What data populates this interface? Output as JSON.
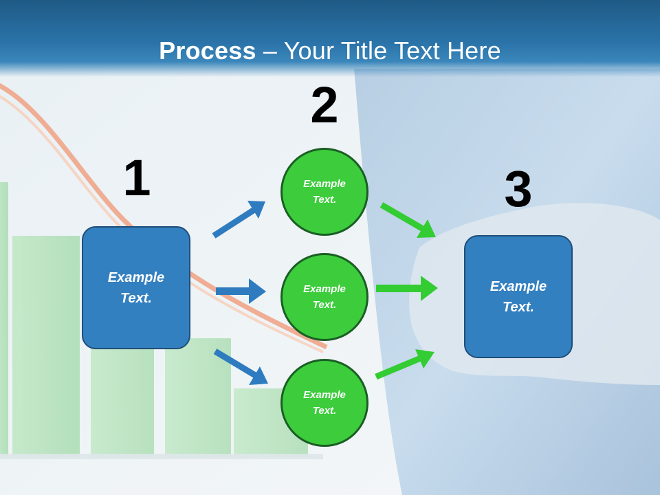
{
  "title": {
    "bold": "Process",
    "rest": " – Your Title Text Here"
  },
  "steps": {
    "one": {
      "number": "1",
      "label_line1": "Example",
      "label_line2": "Text."
    },
    "two": {
      "number": "2"
    },
    "three": {
      "number": "3",
      "label_line1": "Example",
      "label_line2": "Text."
    }
  },
  "circles": [
    {
      "line1": "Example",
      "line2": "Text."
    },
    {
      "line1": "Example",
      "line2": "Text."
    },
    {
      "line1": "Example",
      "line2": "Text."
    }
  ],
  "colors": {
    "header": "#2a73a8",
    "box": "#3380c0",
    "circle": "#3ccc3c",
    "blue_arrow": "#2e7cbf",
    "green_arrow": "#33cc33"
  }
}
